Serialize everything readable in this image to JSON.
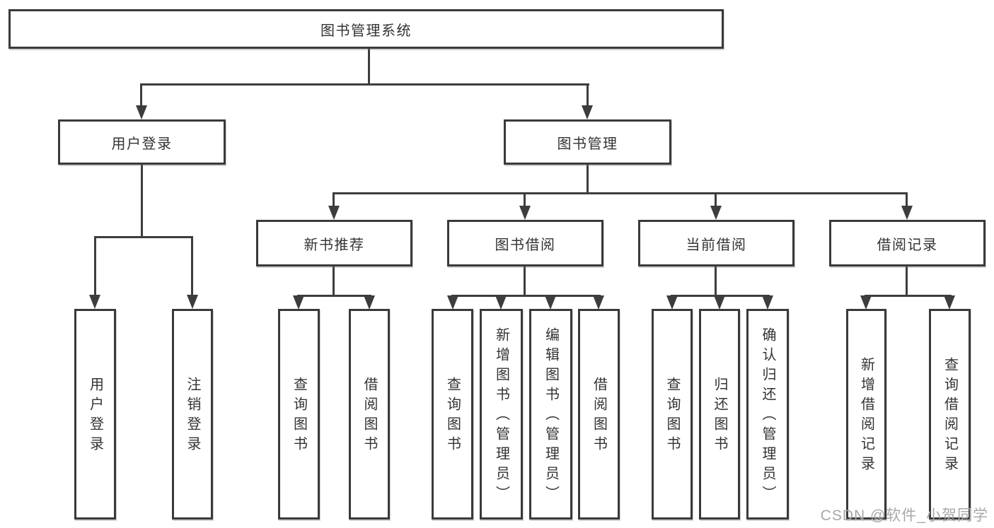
{
  "nodes": {
    "root": "图书管理系统",
    "user_login": "用户登录",
    "book_mgmt": "图书管理",
    "new_book_rec": "新书推荐",
    "book_borrow": "图书借阅",
    "current_borrow": "当前借阅",
    "borrow_records": "借阅记录",
    "leaf_user_login": "用户登录",
    "leaf_logout": "注销登录",
    "leaf_nbr_query_book": "查询图书",
    "leaf_nbr_borrow_book": "借阅图书",
    "leaf_bb_query_book": "查询图书",
    "leaf_bb_add_book": "新增图书（管理员）",
    "leaf_bb_edit_book": "编辑图书（管理员）",
    "leaf_bb_borrow_book": "借阅图书",
    "leaf_cb_query_book": "查询图书",
    "leaf_cb_return_book": "归还图书",
    "leaf_cb_confirm_return": "确认归还（管理员）",
    "leaf_br_add_record": "新增借阅记录",
    "leaf_br_query_record": "查询借阅记录"
  },
  "hierarchy": {
    "图书管理系统": {
      "用户登录": [
        "用户登录",
        "注销登录"
      ],
      "图书管理": {
        "新书推荐": [
          "查询图书",
          "借阅图书"
        ],
        "图书借阅": [
          "查询图书",
          "新增图书（管理员）",
          "编辑图书（管理员）",
          "借阅图书"
        ],
        "当前借阅": [
          "查询图书",
          "归还图书",
          "确认归还（管理员）"
        ],
        "借阅记录": [
          "新增借阅记录",
          "查询借阅记录"
        ]
      }
    }
  },
  "watermark": "CSDN @软件_小贺同学",
  "colors": {
    "line": "#3d3d3d",
    "box_border": "#3a3a3a",
    "text": "#333333",
    "watermark": "#a8a8a8",
    "background": "#ffffff"
  }
}
